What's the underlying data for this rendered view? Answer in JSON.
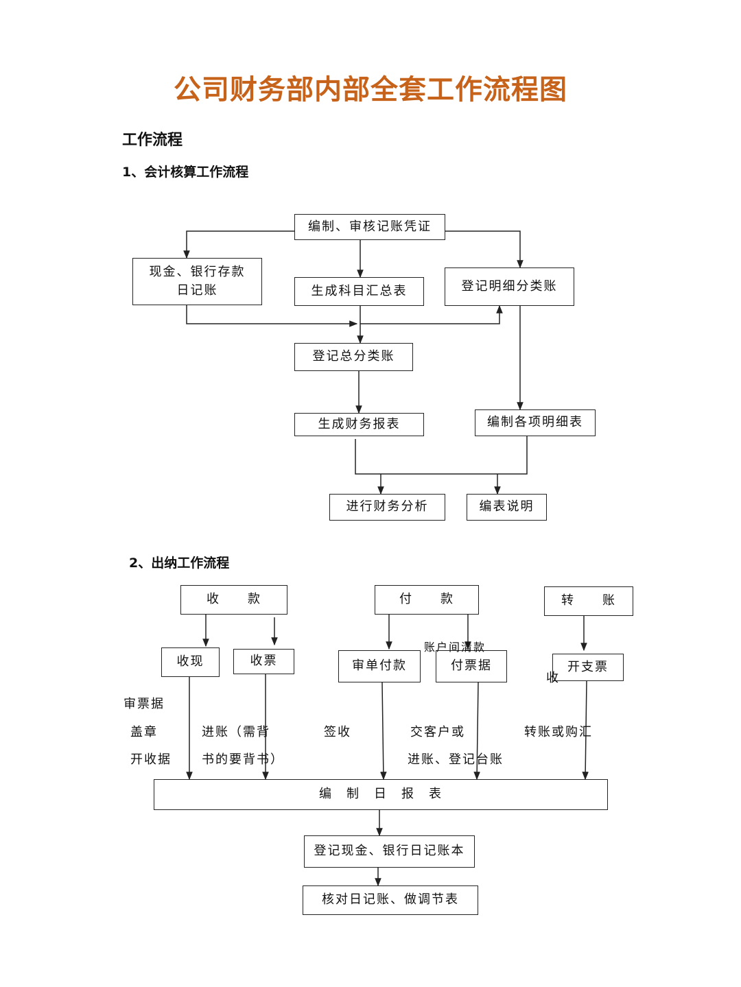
{
  "page": {
    "title": "公司财务部内部全套工作流程图",
    "heading": "工作流程",
    "section1_heading": "1、会计核算工作流程",
    "section2_heading": "2、出纳工作流程"
  },
  "accounting_flow": {
    "voucher": "编制、审核记账凭证",
    "cash_bank_journal": "现金、银行存款\n日记账",
    "summary_table": "生成科目汇总表",
    "detail_ledger": "登记明细分类账",
    "general_ledger": "登记总分类账",
    "financial_statements": "生成财务报表",
    "detail_schedules": "编制各项明细表",
    "financial_analysis": "进行财务分析",
    "statement_notes": "编表说明"
  },
  "cashier_flow": {
    "receipt": "收　　款",
    "payment": "付　　款",
    "transfer": "转　　账",
    "receive_cash": "收现",
    "receive_bill": "收票",
    "review_pay": "审单付款",
    "pay_bill": "付票据",
    "issue_cheque": "开支票",
    "account_clearing": "账户间清款",
    "edge_char": "收",
    "note_review_ticket": "审票据",
    "note_stamp": "盖章",
    "note_issue_receipt": "开收据",
    "note_deposit_1": "进账（需背",
    "note_deposit_2": "书的要背书）",
    "note_sign": "签收",
    "note_client_1": "交客户或",
    "note_client_2": "进账、登记台账",
    "note_transfer": "转账或购汇",
    "daily_report": "编　制　日　报　表",
    "cash_bank_book": "登记现金、银行日记账本",
    "reconcile": "核对日记账、做调节表"
  },
  "colors": {
    "title": "#c6621a",
    "line": "#222222"
  }
}
